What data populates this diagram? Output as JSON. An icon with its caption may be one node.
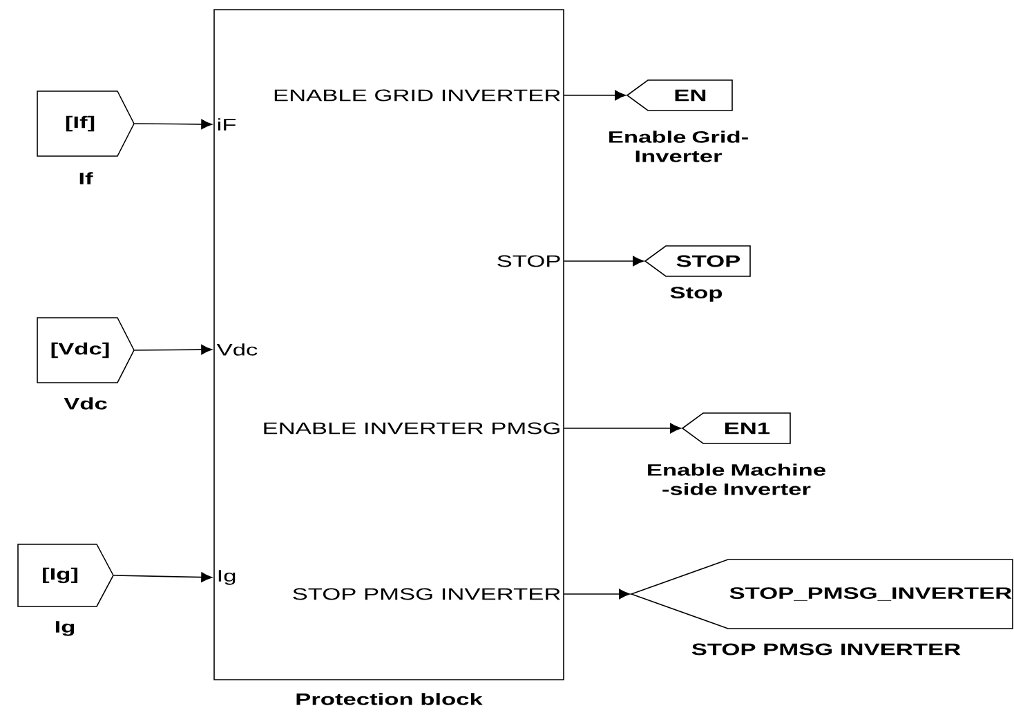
{
  "diagram": {
    "nodes": [
      {
        "text": [
          "Protection block"
        ]
      },
      {
        "text": [
          "[If]"
        ],
        "beside": [
          "If"
        ]
      },
      {
        "text": [
          "iF"
        ],
        "in": 0
      },
      {
        "text": [
          "[Vdc]"
        ],
        "beside": [
          "Vdc"
        ]
      },
      {
        "text": [
          "Vdc"
        ],
        "in": 0
      },
      {
        "text": [
          "[Ig]"
        ],
        "beside": [
          "Ig"
        ]
      },
      {
        "text": [
          "Ig"
        ],
        "in": 0
      },
      {
        "text": [
          "ENABLE GRID INVERTER"
        ],
        "in": 0
      },
      {
        "text": [
          "EN"
        ],
        "beside": [
          "Enable Grid-Inverter"
        ]
      },
      {
        "text": [
          "STOP"
        ],
        "in": 0
      },
      {
        "text": [
          "STOP"
        ],
        "beside": [
          "Stop"
        ]
      },
      {
        "text": [
          "ENABLE INVERTER PMSG"
        ],
        "in": 0
      },
      {
        "text": [
          "EN1"
        ],
        "beside": [
          "Enable Machine -side Inverter"
        ]
      },
      {
        "text": [
          "STOP PMSG INVERTER"
        ],
        "in": 0
      },
      {
        "text": [
          "STOP_PMSG_INVERTER"
        ],
        "beside": [
          "STOP PMSG INVERTER"
        ]
      }
    ],
    "edges": [
      {
        "from": 1,
        "to": 2,
        "arrow": "to"
      },
      {
        "from": 3,
        "to": 4,
        "arrow": "to"
      },
      {
        "from": 5,
        "to": 6,
        "arrow": "to"
      },
      {
        "from": 7,
        "to": 8,
        "arrow": "to"
      },
      {
        "from": 9,
        "to": 10,
        "arrow": "to"
      },
      {
        "from": 11,
        "to": 12,
        "arrow": "to"
      },
      {
        "from": 13,
        "to": 14,
        "arrow": "to"
      }
    ]
  }
}
